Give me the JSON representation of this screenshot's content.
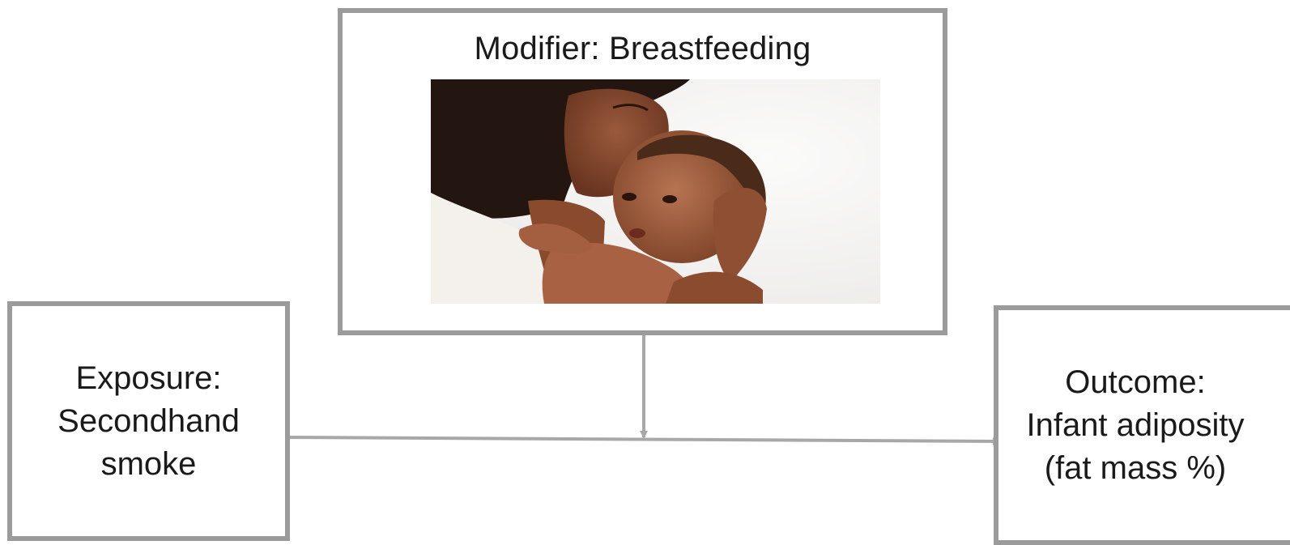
{
  "modifier": {
    "title": "Modifier: Breastfeeding"
  },
  "exposure": {
    "lines": [
      "Exposure:",
      "Secondhand",
      "smoke"
    ]
  },
  "outcome": {
    "lines": [
      "Outcome:",
      "Infant adiposity",
      "(fat mass %)"
    ]
  },
  "colors": {
    "border": "#9b9b9b",
    "arrow": "#a8a8a8",
    "text": "#1a1a1a"
  }
}
